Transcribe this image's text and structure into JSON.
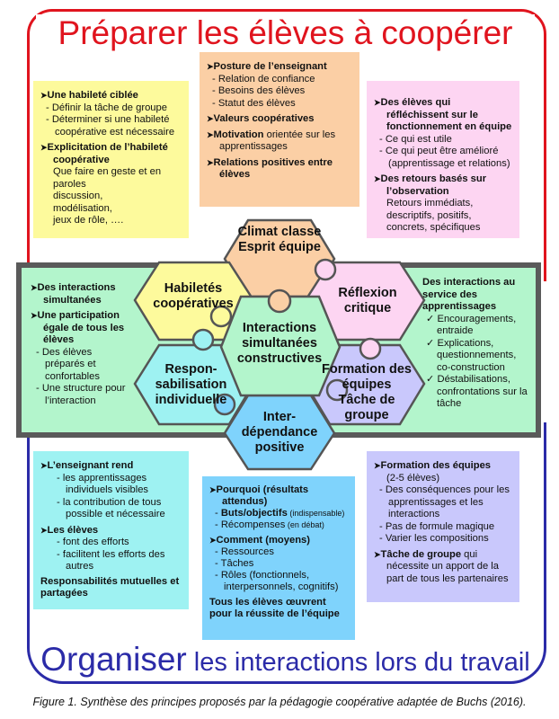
{
  "title_top": "Préparer les élèves à coopérer",
  "title_bottom": {
    "part1": "Organiser",
    "part2": " les interactions  lors du travail"
  },
  "caption": "Figure 1. Synthèse des principes proposés par la pédagogie coopérative adaptée de Buchs (2016).",
  "colors": {
    "red": "#e0141e",
    "blue": "#2b2ba8",
    "yellow": "#fdfa9c",
    "orange": "#fbcfa5",
    "pink": "#fdd5f2",
    "green": "#b3f5cc",
    "cyan": "#9ef2f2",
    "lightblue": "#7fd3fc",
    "lavender": "#c9c8fc"
  },
  "yellow_box": {
    "h1": "Une habileté ciblée",
    "d1": "Définir la tâche de groupe",
    "d2": "Déterminer si une habileté coopérative  est nécessaire",
    "h2": "Explicitation  de l’habileté coopérative",
    "t1": "Que faire en geste et en paroles",
    "t2": "discussion,",
    "t3": "modélisation,",
    "t4": "jeux de rôle, …."
  },
  "orange_box": {
    "h1": "Posture de l’enseignant",
    "d1": "Relation de confiance",
    "d2": "Besoins des élèves",
    "d3": "Statut  des élèves",
    "h2": "Valeurs  coopératives",
    "h3_bold": "Motivation",
    "h3_rest": " orientée  sur les apprentissages",
    "h4": "Relations positives entre élèves"
  },
  "pink_box": {
    "h1": "Des élèves qui réfléchissent sur le fonctionnement  en équipe",
    "d1": "Ce qui est utile",
    "d2": "Ce qui peut être amélioré (apprentissage et relations)",
    "h2": "Des retours basés sur l’observation",
    "t1": "Retours immédiats, descriptifs, positifs,  concrets, spécifiques"
  },
  "left_band": {
    "h1": "Des interactions simultanées",
    "h2": "Une participation égale de tous les élèves",
    "d1": "Des élèves préparés et confortables",
    "d2": "Une structure pour l’interaction"
  },
  "right_band": {
    "title": "Des interactions au service des apprentissages",
    "c1": "Encouragements, entraide",
    "c2": "Explications, questionnements, co-construction",
    "c3": "Déstabilisations, confrontations sur la tâche"
  },
  "hexagons": {
    "top": "Climat classe Esprit équipe",
    "left_top": "Habiletés coopératives",
    "right_top": "Réflexion critique",
    "left_bottom": "Respon-sabilisation individuelle",
    "right_bottom": "Formation des équipes Tâche de groupe",
    "bottom": "Inter-dépendance positive",
    "center": "Interactions simultanées constructives"
  },
  "cyan_box": {
    "h1": "L’enseignant  rend",
    "d1": "les apprentissages individuels  visibles",
    "d2": "la contribution  de tous possible et nécessaire",
    "h2": "Les élèves",
    "d3": "font des efforts",
    "d4": "facilitent  les efforts des autres",
    "footer": "Responsabilités  mutuelles et partagées"
  },
  "blue_box": {
    "h1": "Pourquoi (résultats attendus)",
    "d1_bold": "Buts/objectifs",
    "d1_small": " (indispensable)",
    "d2": "Récompenses",
    "d2_small": " (en débat)",
    "h2": "Comment  (moyens)",
    "d3": "Ressources",
    "d4": "Tâches",
    "d5": "Rôles (fonctionnels, interpersonnels, cognitifs)",
    "footer": "Tous les élèves œuvrent pour la réussite de l’équipe"
  },
  "lavender_box": {
    "h1": "Formation  des équipes",
    "t1": "(2-5 élèves)",
    "d1": "Des conséquences pour les apprentissages  et les interactions",
    "d2": "Pas de formule magique",
    "d3": "Varier les compositions",
    "h2_bold": "Tâche de groupe",
    "h2_rest": " qui nécessite un apport de la part de tous les partenaires"
  }
}
